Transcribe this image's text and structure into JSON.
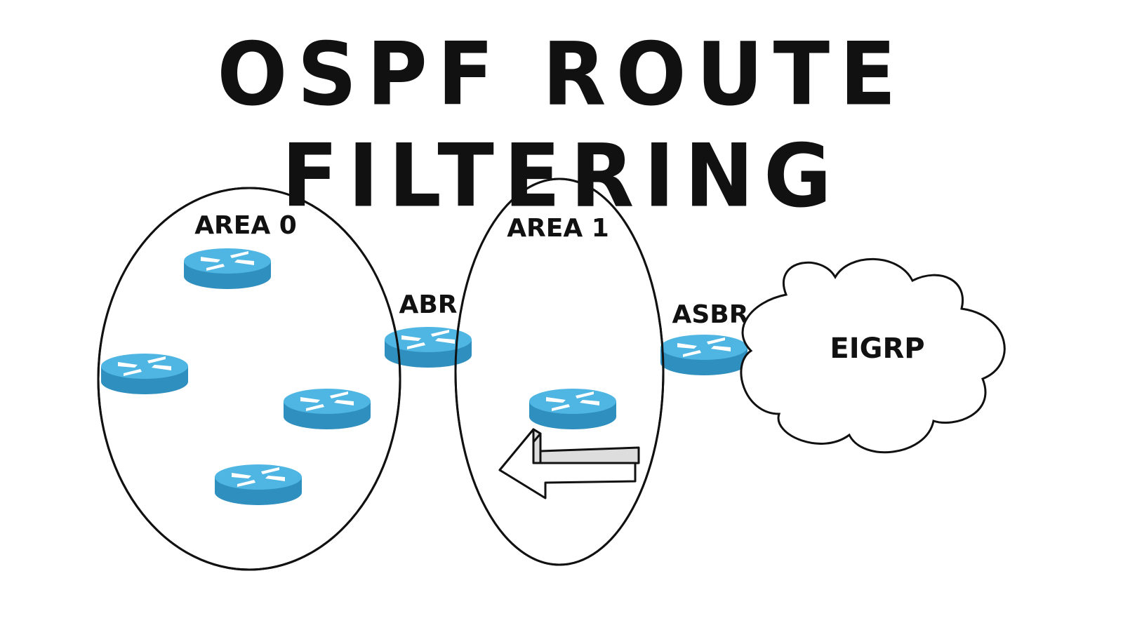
{
  "title": "OSPF ROUTE FILTERING",
  "labels": {
    "area0": "AREA 0",
    "area1": "AREA 1",
    "abr": "ABR",
    "asbr": "ASBR",
    "eigrp": "EIGRP"
  },
  "colors": {
    "router_top": "#4fb6e3",
    "router_side": "#2f8fbf",
    "router_arrows": "#ffffff",
    "outline": "#111111"
  }
}
